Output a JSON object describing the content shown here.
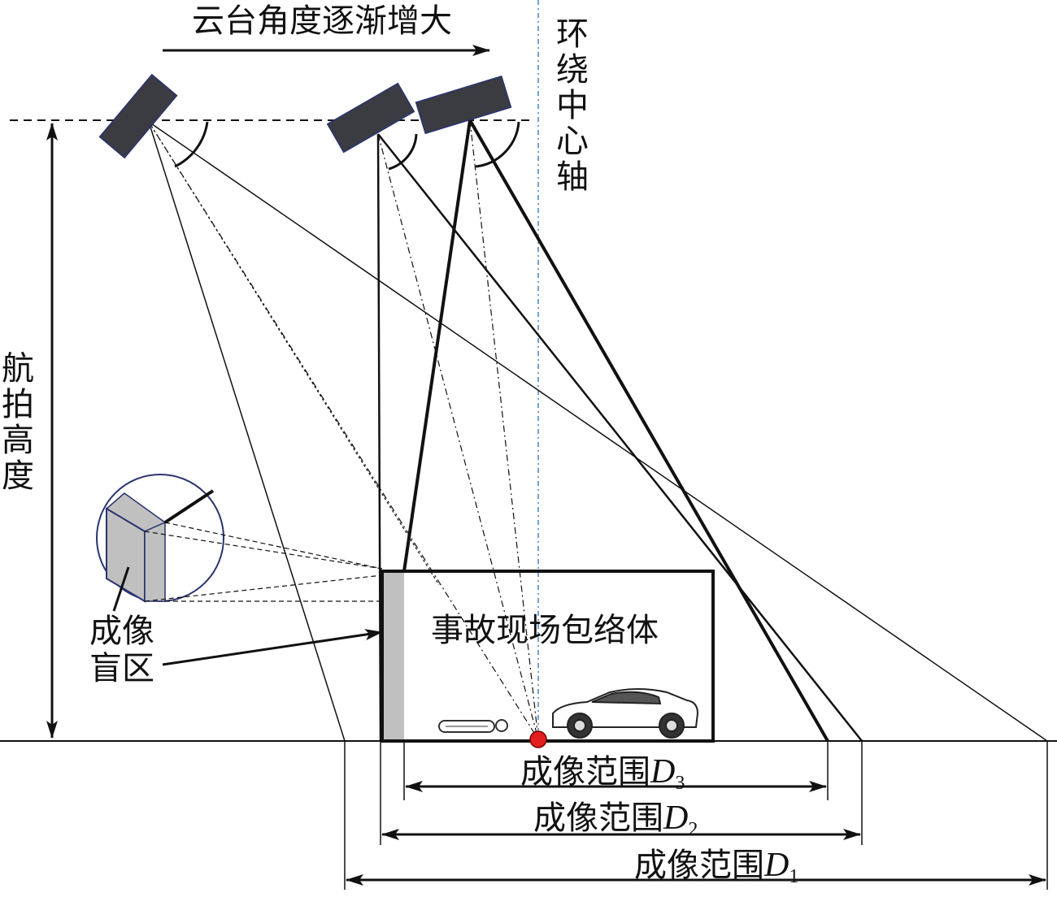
{
  "labels": {
    "top_arrow": "云台角度逐渐增大",
    "center_axis": "环绕中心轴",
    "altitude": "航拍高度",
    "blind_zone_line1": "成像",
    "blind_zone_line2": "盲区",
    "envelope": "事故现场包络体"
  },
  "ranges": [
    {
      "prefix": "成像范围",
      "var": "D",
      "sub": "3"
    },
    {
      "prefix": "成像范围",
      "var": "D",
      "sub": "2"
    },
    {
      "prefix": "成像范围",
      "var": "D",
      "sub": "1"
    }
  ],
  "colors": {
    "camera": "#3a3c42",
    "blind_zone": "#c0c0c0",
    "axis_line": "#4a7fc1",
    "accident_point": "#e21e1e",
    "ink": "#111111"
  }
}
